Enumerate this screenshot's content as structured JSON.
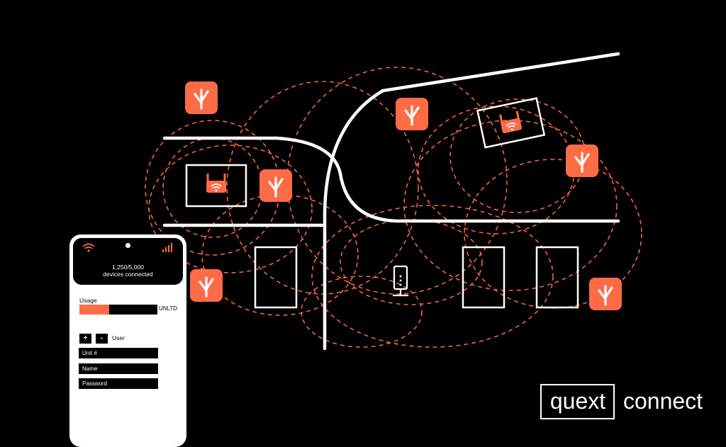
{
  "colors": {
    "background": "#000000",
    "accent": "#ff6b45",
    "line": "#ffffff",
    "icon_glyph": "#ffffff"
  },
  "icons": {
    "sensor": "tree-sensor-icon",
    "router": "wifi-router-icon",
    "hub": "hub-icon",
    "wifi": "wifi-icon",
    "signal": "signal-bars-icon"
  },
  "phone": {
    "devices_count": "1,250/5,000",
    "devices_label": "devices connected",
    "usage_label": "Usage",
    "usage_level": 0.38,
    "usage_limit": "UNLTD",
    "add_label": "+",
    "remove_label": "-",
    "user_label": "User",
    "fields": {
      "unit": "Unit #",
      "name": "Name",
      "password": "Password"
    }
  },
  "logo": {
    "part1": "quext",
    "part2": "connect"
  }
}
